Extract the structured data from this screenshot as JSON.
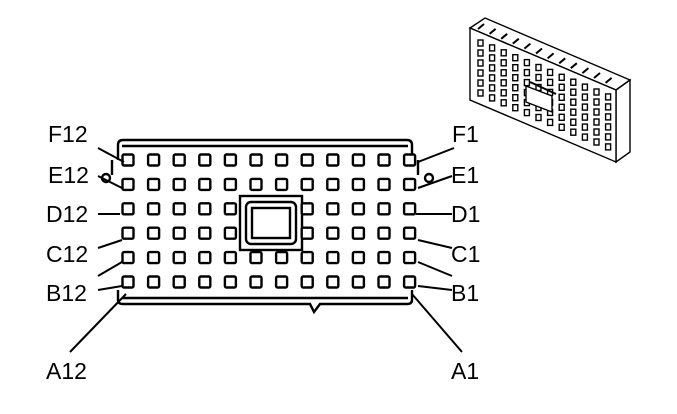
{
  "connector": {
    "rows": [
      "F",
      "E",
      "D",
      "C",
      "B",
      "A"
    ],
    "columns": 12,
    "left_labels": [
      "F12",
      "E12",
      "D12",
      "C12",
      "B12",
      "A12"
    ],
    "right_labels": [
      "F1",
      "E1",
      "D1",
      "C1",
      "B1",
      "A1"
    ]
  },
  "inset": {
    "icon": "connector-3d-icon"
  }
}
